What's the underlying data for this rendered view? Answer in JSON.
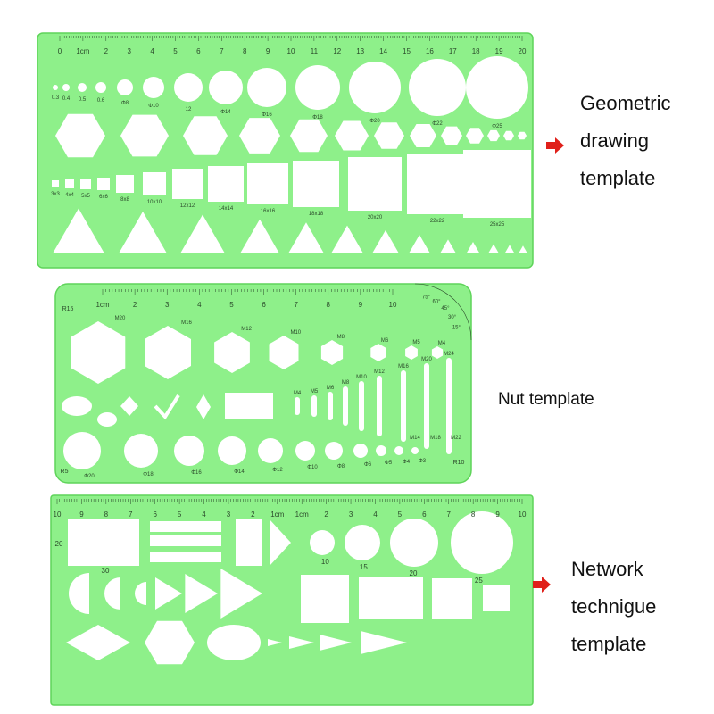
{
  "colors": {
    "template_fill": "#8ef08a",
    "template_edge": "#5fd45a",
    "cutout": "#ffffff",
    "marks": "#2a4a2a",
    "arrow": "#e0201a"
  },
  "templates": [
    {
      "caption": [
        "Geometric",
        "drawing",
        "template"
      ],
      "ruler": [
        "0",
        "1cm",
        "2",
        "3",
        "4",
        "5",
        "6",
        "7",
        "8",
        "9",
        "10",
        "11",
        "12",
        "13",
        "14",
        "15",
        "16",
        "17",
        "18",
        "19",
        "20"
      ],
      "circle_labels": [
        "0.3",
        "0.4",
        "0.5",
        "0.6",
        "Φ8",
        "Φ10",
        "12",
        "Φ14",
        "Φ16",
        "Φ18",
        "Φ20",
        "Φ22",
        "Φ25"
      ],
      "square_labels": [
        "3x3",
        "4x4",
        "5x5",
        "6x6",
        "8x8",
        "10x10",
        "12x12",
        "14x14",
        "16x16",
        "18x18",
        "20x20",
        "22x22",
        "25x25"
      ]
    },
    {
      "caption": [
        "Nut template"
      ],
      "ruler": [
        "1cm",
        "2",
        "3",
        "4",
        "5",
        "6",
        "7",
        "8",
        "9",
        "10"
      ],
      "corner_labels": [
        "R15",
        "R5",
        "R10"
      ],
      "protractor": [
        "75°",
        "60°",
        "45°",
        "30°",
        "15°"
      ],
      "hex_labels": [
        "M20",
        "M16",
        "M12",
        "M10",
        "M8",
        "M6",
        "M5",
        "M4"
      ],
      "slot_labels": [
        "M4",
        "M5",
        "M6",
        "M8",
        "M10",
        "M12",
        "M16",
        "M20",
        "M24",
        "M14",
        "M18",
        "M22"
      ],
      "circle_labels": [
        "Φ20",
        "Φ18",
        "Φ16",
        "Φ14",
        "Φ12",
        "Φ10",
        "Φ8",
        "Φ6",
        "Φ5",
        "Φ4",
        "Φ3"
      ]
    },
    {
      "caption": [
        "Network",
        "technigue",
        "template"
      ],
      "ruler": [
        "10",
        "9",
        "8",
        "7",
        "6",
        "5",
        "4",
        "3",
        "2",
        "1cm",
        "1cm",
        "2",
        "3",
        "4",
        "5",
        "6",
        "7",
        "8",
        "9",
        "10"
      ],
      "side_labels": [
        "20",
        "30"
      ],
      "circle_labels": [
        "10",
        "15",
        "20",
        "25"
      ]
    }
  ]
}
